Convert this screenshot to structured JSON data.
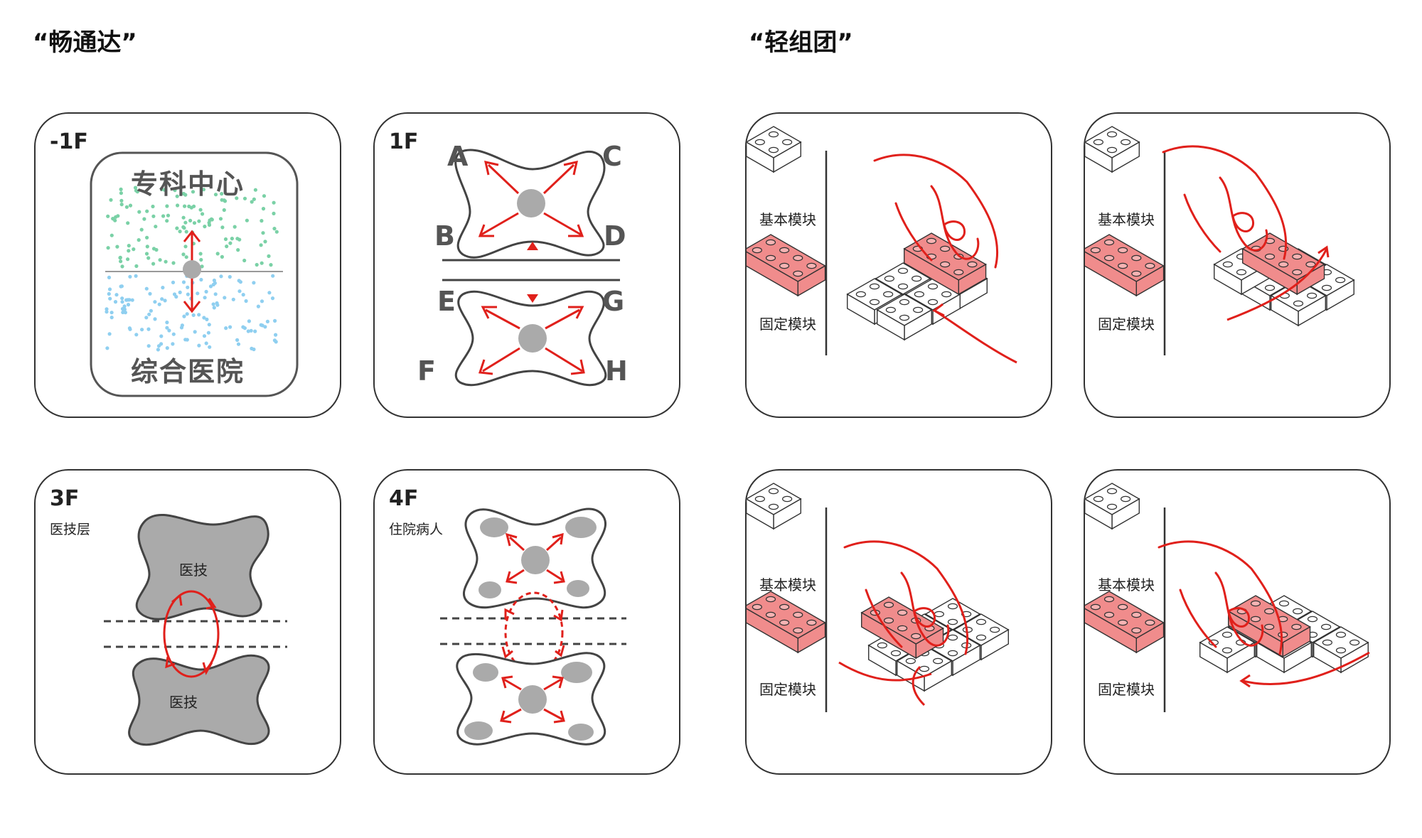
{
  "headings": {
    "left": "“畅通达”",
    "right": "“轻组团”"
  },
  "panel_b1": {
    "floor": "-1F",
    "top_text": "专科中心",
    "bottom_text": "综合医院",
    "top_dot_color": "#7ad1a6",
    "bottom_dot_color": "#8fcff0"
  },
  "panel_1f": {
    "floor": "1F",
    "labels": {
      "a": "A",
      "b": "B",
      "c": "C",
      "d": "D",
      "e": "E",
      "f": "F",
      "g": "G",
      "h": "H"
    }
  },
  "panel_3f": {
    "floor": "3F",
    "subtitle": "医技层",
    "blob_top": "医技",
    "blob_bottom": "医技"
  },
  "panel_4f": {
    "floor": "4F",
    "subtitle": "住院病人"
  },
  "legend": {
    "basic": "基本模块",
    "fixed": "固定模块"
  },
  "colors": {
    "accent": "#e0201b",
    "gray": "#aaaaaa",
    "pink": "#f08c8c"
  }
}
